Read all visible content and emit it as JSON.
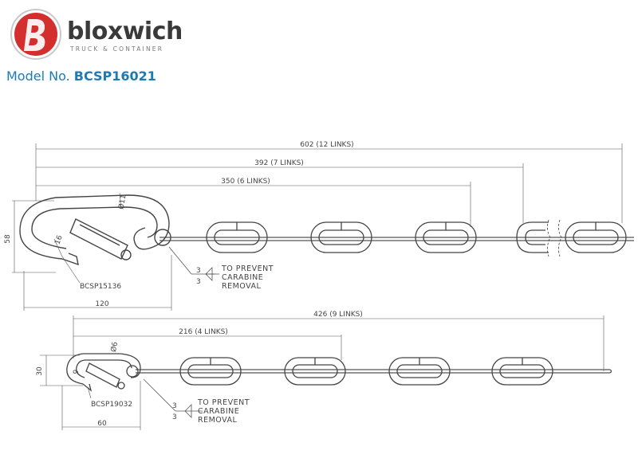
{
  "header": {
    "brand": "bloxwich",
    "tagline": "TRUCK & CONTAINER",
    "model_prefix": "Model No.",
    "model_number": "BCSP16021"
  },
  "upper_assembly": {
    "dim_overall": "602 (12 LINKS)",
    "dim_mid": "392 (7 LINKS)",
    "dim_short": "350 (6 LINKS)",
    "hook_height": "58",
    "hook_width": "120",
    "hook_wire": "Ø11",
    "gate_dim": "16",
    "hook_part": "BCSP15136",
    "weld_a": "3",
    "weld_b": "3",
    "note_line1": "TO PREVENT",
    "note_line2": "CARABINE",
    "note_line3": "REMOVAL"
  },
  "lower_assembly": {
    "dim_overall": "426 (9 LINKS)",
    "dim_short": "216 (4 LINKS)",
    "hook_height": "30",
    "hook_width": "60",
    "hook_wire": "Ø6",
    "gate_dim": "9",
    "hook_part": "BCSP19032",
    "weld_a": "3",
    "weld_b": "3",
    "note_line1": "TO PREVENT",
    "note_line2": "CARABINE",
    "note_line3": "REMOVAL"
  },
  "colors": {
    "brand_red": "#d32f2f",
    "model_blue": "#1e7ab5",
    "line": "#555555"
  }
}
